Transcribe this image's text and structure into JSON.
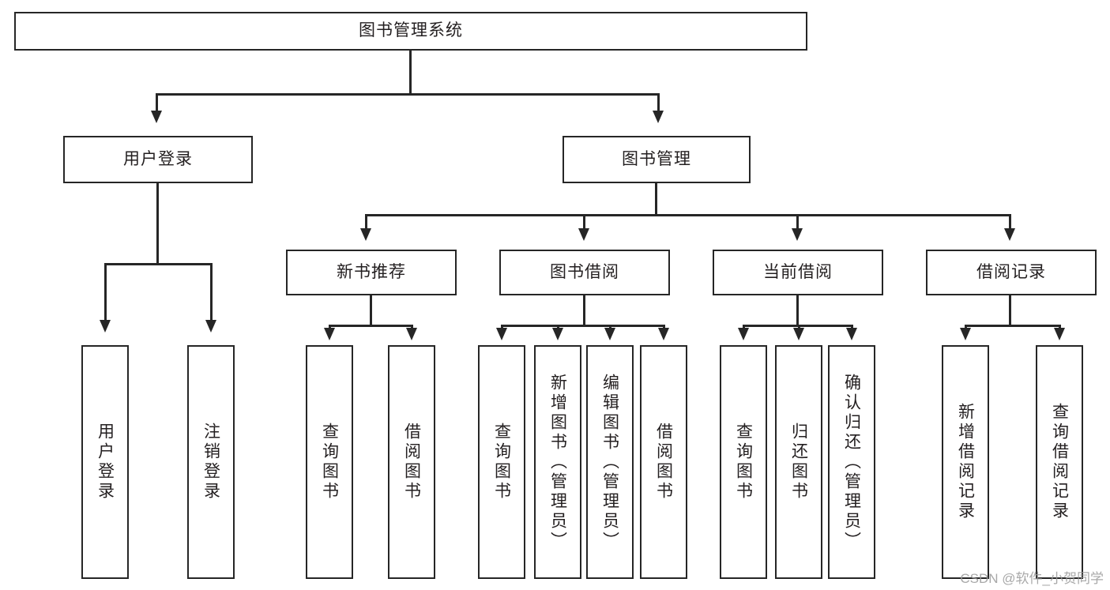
{
  "diagram": {
    "title": "图书管理系统",
    "root": {
      "label": "图书管理系统"
    },
    "level1": [
      {
        "label": "用户登录"
      },
      {
        "label": "图书管理"
      }
    ],
    "level2": [
      {
        "label": "新书推荐"
      },
      {
        "label": "图书借阅"
      },
      {
        "label": "当前借阅"
      },
      {
        "label": "借阅记录"
      }
    ],
    "leaves": {
      "user_login": [
        {
          "label": "用户登录"
        },
        {
          "label": "注销登录"
        }
      ],
      "new_book_recommend": [
        {
          "label": "查询图书"
        },
        {
          "label": "借阅图书"
        }
      ],
      "book_borrow": [
        {
          "label": "查询图书"
        },
        {
          "label": "新增图书（管理员）"
        },
        {
          "label": "编辑图书（管理员）"
        },
        {
          "label": "借阅图书"
        }
      ],
      "current_borrow": [
        {
          "label": "查询图书"
        },
        {
          "label": "归还图书"
        },
        {
          "label": "确认归还（管理员）"
        }
      ],
      "borrow_record": [
        {
          "label": "新增借阅记录"
        },
        {
          "label": "查询借阅记录"
        }
      ]
    }
  },
  "watermark": {
    "text": "CSDN @软件_小贺同学"
  },
  "colors": {
    "line": "#262626",
    "text": "#231f20",
    "background": "#ffffff",
    "watermark": "#9a9a9a"
  }
}
